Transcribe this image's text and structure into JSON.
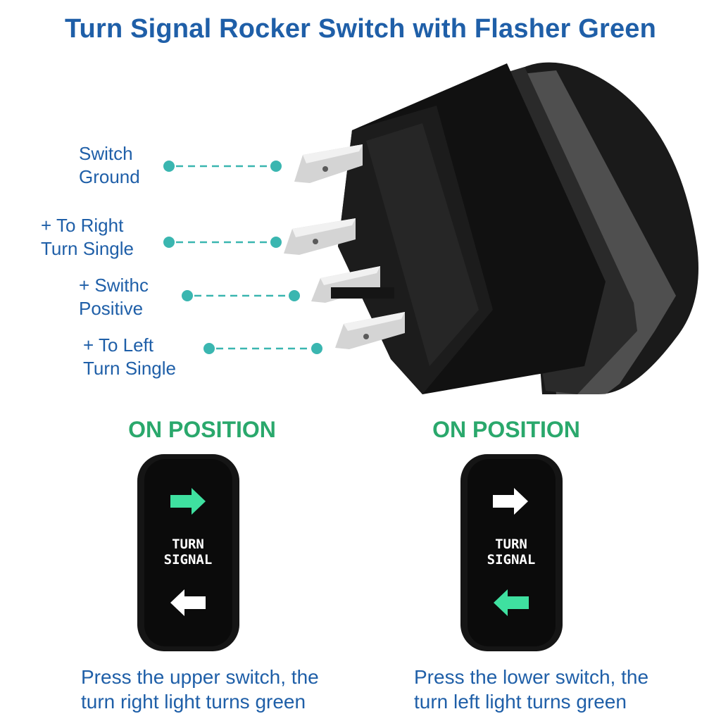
{
  "title": "Turn Signal Rocker Switch with Flasher Green",
  "pins": [
    {
      "line1": "Switch",
      "line2": "Ground"
    },
    {
      "line1": "+ To Right",
      "line2": "Turn Single"
    },
    {
      "line1": "+ Swithc",
      "line2": "Positive"
    },
    {
      "line1": "+ To Left",
      "line2": "Turn Single"
    }
  ],
  "positions": [
    {
      "heading": "ON POSITION",
      "switch_line1": "TURN",
      "switch_line2": "SIGNAL",
      "lit_arrow": "right",
      "caption_line1": "Press the upper switch, the",
      "caption_line2": "turn right light turns green"
    },
    {
      "heading": "ON POSITION",
      "switch_line1": "TURN",
      "switch_line2": "SIGNAL",
      "lit_arrow": "left",
      "caption_line1": "Press the lower switch, the",
      "caption_line2": "turn left light turns green"
    }
  ],
  "colors": {
    "title": "#1f5fa8",
    "heading": "#2aa86c",
    "lit_arrow": "#3fe0a0",
    "dot": "#3ab6b0"
  }
}
